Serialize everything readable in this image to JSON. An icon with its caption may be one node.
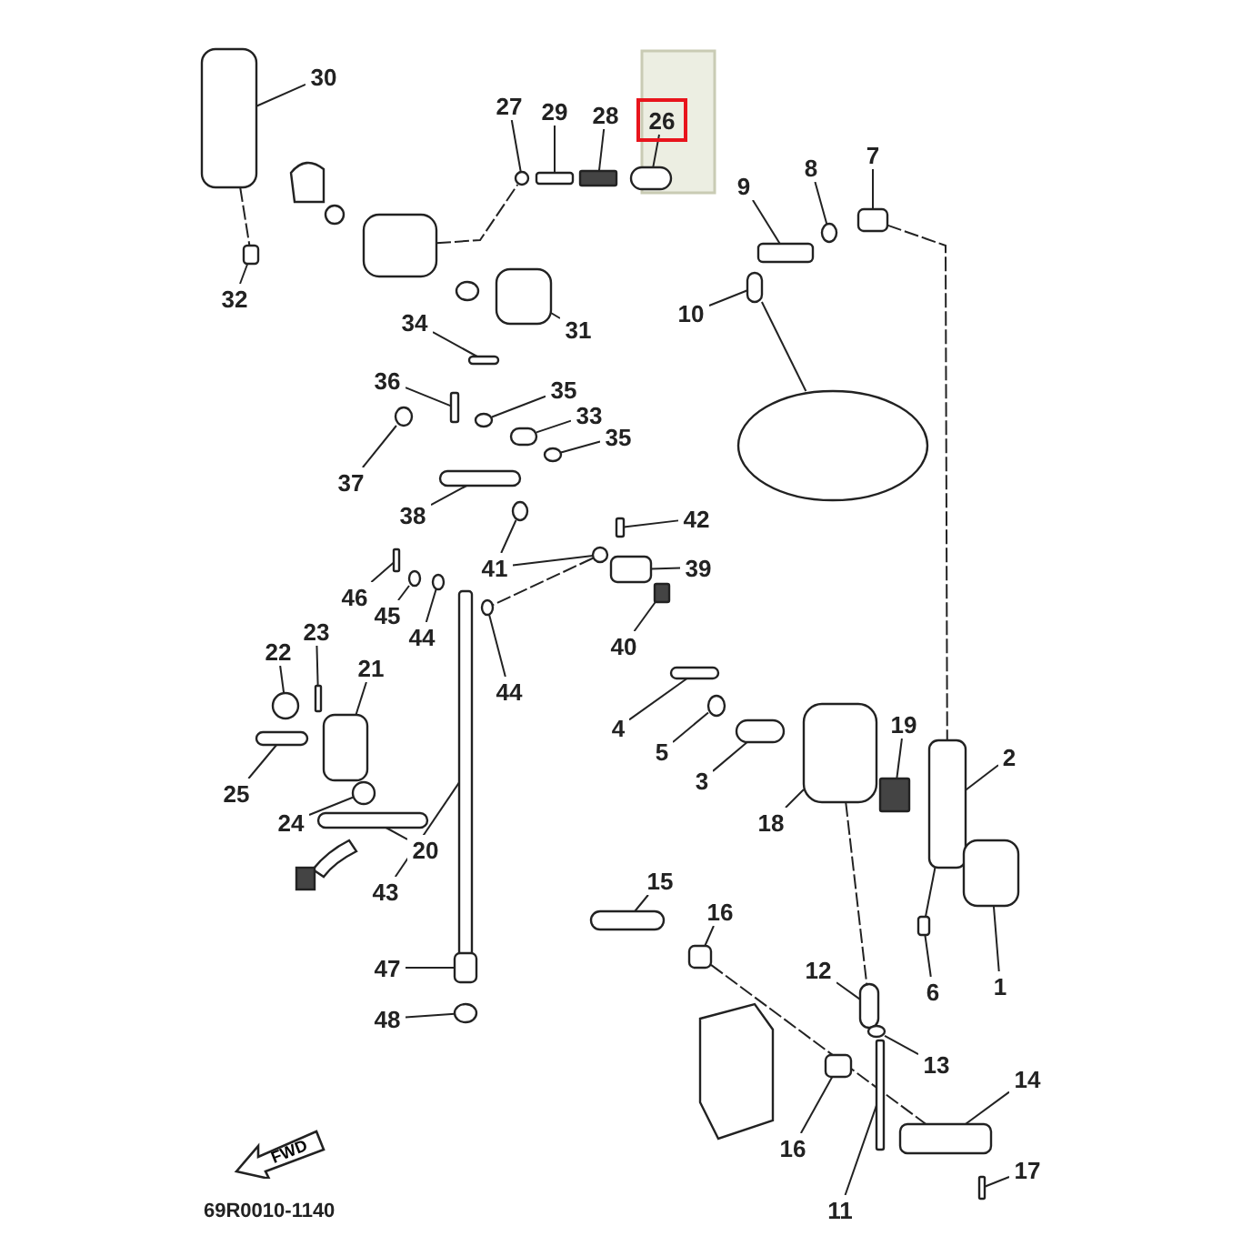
{
  "diagram": {
    "nodes": [
      {
        "text": [
          "30"
        ]
      },
      {
        "text": [
          "27"
        ]
      },
      {
        "text": [
          "29"
        ]
      },
      {
        "text": [
          "28"
        ]
      },
      {
        "text": [
          "26"
        ]
      },
      {
        "text": [
          "7"
        ]
      },
      {
        "text": [
          "8"
        ]
      },
      {
        "text": [
          "9"
        ]
      },
      {
        "text": [
          "32"
        ]
      },
      {
        "text": [
          "10"
        ]
      },
      {
        "text": [
          "34"
        ]
      },
      {
        "text": [
          "31"
        ]
      },
      {
        "text": [
          "36"
        ]
      },
      {
        "text": [
          "35"
        ]
      },
      {
        "text": [
          "33"
        ]
      },
      {
        "text": [
          "35"
        ]
      },
      {
        "text": [
          "37"
        ]
      },
      {
        "text": [
          "38"
        ]
      },
      {
        "text": [
          "42"
        ]
      },
      {
        "text": [
          "41"
        ]
      },
      {
        "text": [
          "39"
        ]
      },
      {
        "text": [
          "46"
        ]
      },
      {
        "text": [
          "45"
        ]
      },
      {
        "text": [
          "23"
        ]
      },
      {
        "text": [
          "44"
        ]
      },
      {
        "text": [
          "40"
        ]
      },
      {
        "text": [
          "22"
        ]
      },
      {
        "text": [
          "21"
        ]
      },
      {
        "text": [
          "44"
        ]
      },
      {
        "text": [
          "4"
        ]
      },
      {
        "text": [
          "19"
        ]
      },
      {
        "text": [
          "5"
        ]
      },
      {
        "text": [
          "2"
        ]
      },
      {
        "text": [
          "3"
        ]
      },
      {
        "text": [
          "25"
        ]
      },
      {
        "text": [
          "24"
        ]
      },
      {
        "text": [
          "18"
        ]
      },
      {
        "text": [
          "20"
        ]
      },
      {
        "text": [
          "15"
        ]
      },
      {
        "text": [
          "43"
        ]
      },
      {
        "text": [
          "16"
        ]
      },
      {
        "text": [
          "47"
        ]
      },
      {
        "text": [
          "12"
        ]
      },
      {
        "text": [
          "1"
        ]
      },
      {
        "text": [
          "6"
        ]
      },
      {
        "text": [
          "48"
        ]
      },
      {
        "text": [
          "13"
        ]
      },
      {
        "text": [
          "14"
        ]
      },
      {
        "text": [
          "16"
        ]
      },
      {
        "text": [
          "17"
        ]
      },
      {
        "text": [
          "11"
        ]
      },
      {
        "text": [],
        "shape": "box"
      },
      {
        "text": [],
        "shape": "circle"
      },
      {
        "text": [],
        "shape": "box"
      },
      {
        "text": [],
        "shape": "spring"
      },
      {
        "text": [],
        "shape": "bar"
      },
      {
        "text": [],
        "shape": "box"
      },
      {
        "text": [],
        "shape": "circle"
      },
      {
        "text": [],
        "shape": "box"
      },
      {
        "text": [],
        "shape": "box"
      },
      {
        "text": [],
        "shape": "bar"
      },
      {
        "text": [],
        "shape": "bar"
      },
      {
        "text": [],
        "shape": "box"
      },
      {
        "text": [],
        "shape": "box"
      },
      {
        "text": [],
        "shape": "circle"
      },
      {
        "text": [],
        "shape": "bar"
      },
      {
        "text": [],
        "shape": "circle"
      },
      {
        "text": [],
        "shape": "circle"
      },
      {
        "text": [],
        "shape": "bar"
      },
      {
        "text": [],
        "shape": "box"
      },
      {
        "text": [],
        "shape": "circle"
      },
      {
        "text": [],
        "shape": "circle"
      },
      {
        "text": [],
        "shape": "box"
      },
      {
        "text": [],
        "shape": "box"
      },
      {
        "text": [],
        "shape": "circle"
      },
      {
        "text": [],
        "shape": "box"
      },
      {
        "text": [],
        "shape": "circle"
      },
      {
        "text": [],
        "shape": "spring"
      },
      {
        "text": [],
        "shape": "bar"
      },
      {
        "text": [],
        "shape": "box"
      },
      {
        "text": [],
        "shape": "circle"
      },
      {
        "text": [],
        "shape": "bar"
      },
      {
        "text": [],
        "shape": "spring"
      },
      {
        "text": [],
        "shape": "circle"
      },
      {
        "text": [],
        "shape": "box"
      },
      {
        "text": [],
        "shape": "bar"
      },
      {
        "text": [],
        "shape": "bar"
      },
      {
        "text": [],
        "shape": "circle"
      },
      {
        "text": [],
        "shape": "box"
      },
      {
        "text": [],
        "shape": "bar"
      },
      {
        "text": [],
        "shape": "bar"
      },
      {
        "text": [],
        "shape": "box"
      },
      {
        "text": [],
        "shape": "box"
      },
      {
        "text": [],
        "shape": "box"
      },
      {
        "text": [],
        "shape": "bar"
      },
      {
        "text": [],
        "shape": "box"
      },
      {
        "text": [],
        "shape": "box"
      },
      {
        "text": [],
        "shape": "circle"
      },
      {
        "text": [],
        "shape": "circle"
      },
      {
        "text": [],
        "shape": "box"
      },
      {
        "text": [],
        "shape": "box"
      },
      {
        "text": [],
        "shape": "box"
      },
      {
        "text": [],
        "shape": "box"
      },
      {
        "text": [],
        "shape": "box"
      },
      {
        "text": [],
        "shape": "circle"
      }
    ],
    "edges": [
      {
        "from": 0,
        "to": 51,
        "arrow": "none"
      },
      {
        "from": 1,
        "to": 52,
        "arrow": "none"
      },
      {
        "from": 2,
        "to": 53,
        "arrow": "none"
      },
      {
        "from": 3,
        "to": 54,
        "arrow": "none"
      },
      {
        "from": 4,
        "to": 55,
        "arrow": "none"
      },
      {
        "from": 5,
        "to": 56,
        "arrow": "none"
      },
      {
        "from": 6,
        "to": 57,
        "arrow": "none"
      },
      {
        "from": 7,
        "to": 58,
        "arrow": "none"
      },
      {
        "from": 8,
        "to": 59,
        "arrow": "none"
      },
      {
        "from": 9,
        "to": 60,
        "arrow": "none"
      },
      {
        "from": 10,
        "to": 61,
        "arrow": "none"
      },
      {
        "from": 11,
        "to": 62,
        "arrow": "none"
      },
      {
        "from": 12,
        "to": 63,
        "arrow": "none"
      },
      {
        "from": 13,
        "to": 64,
        "arrow": "none"
      },
      {
        "from": 14,
        "to": 65,
        "arrow": "none"
      },
      {
        "from": 15,
        "to": 66,
        "arrow": "none"
      },
      {
        "from": 16,
        "to": 67,
        "arrow": "none"
      },
      {
        "from": 17,
        "to": 68,
        "arrow": "none"
      },
      {
        "from": 18,
        "to": 69,
        "arrow": "none"
      },
      {
        "from": 19,
        "to": 70,
        "arrow": "none"
      },
      {
        "from": 19,
        "to": 71,
        "arrow": "none"
      },
      {
        "from": 20,
        "to": 72,
        "arrow": "none"
      },
      {
        "from": 21,
        "to": 73,
        "arrow": "none"
      },
      {
        "from": 22,
        "to": 74,
        "arrow": "none"
      },
      {
        "from": 23,
        "to": 75,
        "arrow": "none"
      },
      {
        "from": 24,
        "to": 76,
        "arrow": "none"
      },
      {
        "from": 25,
        "to": 77,
        "arrow": "none"
      },
      {
        "from": 26,
        "to": 78,
        "arrow": "none"
      },
      {
        "from": 27,
        "to": 79,
        "arrow": "none"
      },
      {
        "from": 28,
        "to": 80,
        "arrow": "none"
      },
      {
        "from": 29,
        "to": 81,
        "arrow": "none"
      },
      {
        "from": 30,
        "to": 82,
        "arrow": "none"
      },
      {
        "from": 31,
        "to": 83,
        "arrow": "none"
      },
      {
        "from": 32,
        "to": 84,
        "arrow": "none"
      },
      {
        "from": 33,
        "to": 85,
        "arrow": "none"
      },
      {
        "from": 34,
        "to": 86,
        "arrow": "none"
      },
      {
        "from": 35,
        "to": 87,
        "arrow": "none"
      },
      {
        "from": 36,
        "to": 88,
        "arrow": "none"
      },
      {
        "from": 37,
        "to": 89,
        "arrow": "none"
      },
      {
        "from": 38,
        "to": 90,
        "arrow": "none"
      },
      {
        "from": 39,
        "to": 91,
        "arrow": "none"
      },
      {
        "from": 40,
        "to": 92,
        "arrow": "none"
      },
      {
        "from": 41,
        "to": 93,
        "arrow": "none"
      },
      {
        "from": 42,
        "to": 94,
        "arrow": "none"
      },
      {
        "from": 43,
        "to": 95,
        "arrow": "none"
      },
      {
        "from": 44,
        "to": 96,
        "arrow": "none"
      },
      {
        "from": 45,
        "to": 97,
        "arrow": "none"
      },
      {
        "from": 46,
        "to": 98,
        "arrow": "none"
      },
      {
        "from": 47,
        "to": 99,
        "arrow": "none"
      },
      {
        "from": 48,
        "to": 100,
        "arrow": "none"
      },
      {
        "from": 49,
        "to": 101,
        "arrow": "none"
      },
      {
        "from": 50,
        "to": 102,
        "arrow": "none"
      },
      {
        "from": 56,
        "to": 84,
        "arrow": "none",
        "style": "dashed"
      },
      {
        "from": 92,
        "to": 99,
        "arrow": "none",
        "style": "dashed"
      },
      {
        "from": 88,
        "to": 94,
        "arrow": "none",
        "style": "dashed"
      },
      {
        "from": 71,
        "to": 80,
        "arrow": "none",
        "style": "dashed"
      },
      {
        "from": 84,
        "to": 96,
        "arrow": "none"
      },
      {
        "from": 51,
        "to": 59,
        "arrow": "none",
        "style": "dashed"
      },
      {
        "from": 103,
        "to": 52,
        "arrow": "none",
        "style": "dashed"
      },
      {
        "from": 60,
        "to": 104,
        "arrow": "none"
      }
    ],
    "labels": [
      "FWD",
      "69R0010-1140"
    ]
  }
}
